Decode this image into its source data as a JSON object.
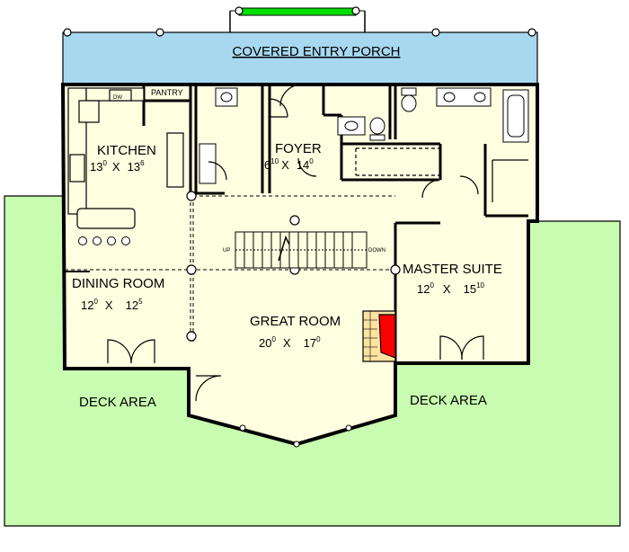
{
  "colors": {
    "porch": "#a8d8f0",
    "interior": "#fefee0",
    "deck": "#c8fcb0",
    "roof_accent": "#00e000",
    "fireplace": "#ff0000",
    "hearth": "#fde3a0",
    "wall": "#000000"
  },
  "rooms": {
    "porch": {
      "name": "COVERED ENTRY PORCH"
    },
    "pantry": {
      "name": "PANTRY"
    },
    "kitchen": {
      "name": "KITCHEN",
      "w": "13",
      "w_in": "0",
      "h": "13",
      "h_in": "6",
      "sep": "X"
    },
    "foyer": {
      "name": "FOYER",
      "w": "6",
      "w_in": "10",
      "h": "14",
      "h_in": "0",
      "sep": "X"
    },
    "dining": {
      "name": "DINING ROOM",
      "w": "12",
      "w_in": "0",
      "h": "12",
      "h_in": "5",
      "sep": "X"
    },
    "great": {
      "name": "GREAT ROOM",
      "w": "20",
      "w_in": "0",
      "h": "17",
      "h_in": "0",
      "sep": "X"
    },
    "master": {
      "name": "MASTER SUITE",
      "w": "12",
      "w_in": "0",
      "h": "15",
      "h_in": "10",
      "sep": "X"
    },
    "deck_left": {
      "name": "DECK AREA"
    },
    "deck_right": {
      "name": "DECK AREA"
    }
  },
  "stairs": {
    "up": "UP",
    "down": "DOWN"
  },
  "appliance": {
    "dw": "DW"
  }
}
